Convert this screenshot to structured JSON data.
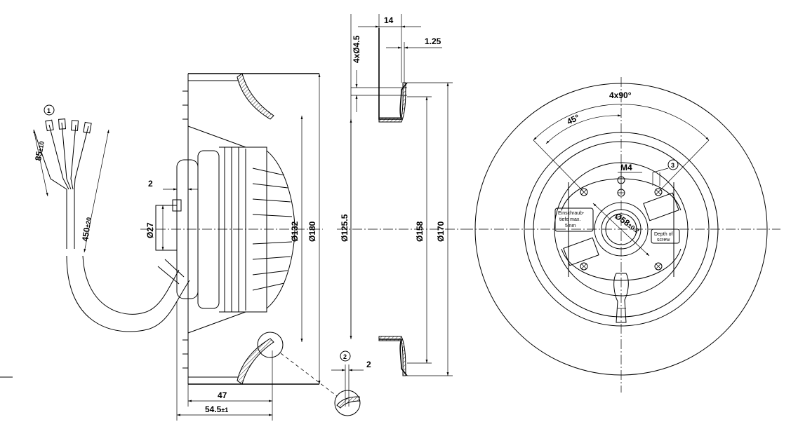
{
  "diagram": {
    "side_view": {
      "cable_callout": "1",
      "cable_length_short": "85",
      "cable_length_short_tol": "±10",
      "cable_length_long": "450",
      "cable_length_long_tol": "±20",
      "dim_hub_offset": "2",
      "dim_hub_dia": "Ø27",
      "dim_inner_dia": "Ø132",
      "dim_outer_dia": "Ø180",
      "dim_depth": "47",
      "dim_total_depth": "54.5",
      "dim_total_depth_tol": "±1"
    },
    "section_view": {
      "dim_width": "14",
      "dim_wall": "1.25",
      "dim_holes": "4xØ4.5",
      "dim_inlet_dia": "Ø125.5",
      "dim_mid_dia": "Ø158",
      "dim_outer_dia": "Ø170",
      "detail_callout": "2",
      "detail_dim": "2"
    },
    "front_view": {
      "dim_angle_pattern": "4x90°",
      "dim_angle": "45°",
      "dim_thread": "M4",
      "screw_callout": "3",
      "dim_bore": "Ø58",
      "dim_bore_tol": "±0.2",
      "label_screw_depth_de": [
        "Einschraub-",
        "tiefe max.",
        "5mm"
      ],
      "label_screw_depth_en": [
        "Depth of",
        "screw"
      ]
    }
  }
}
